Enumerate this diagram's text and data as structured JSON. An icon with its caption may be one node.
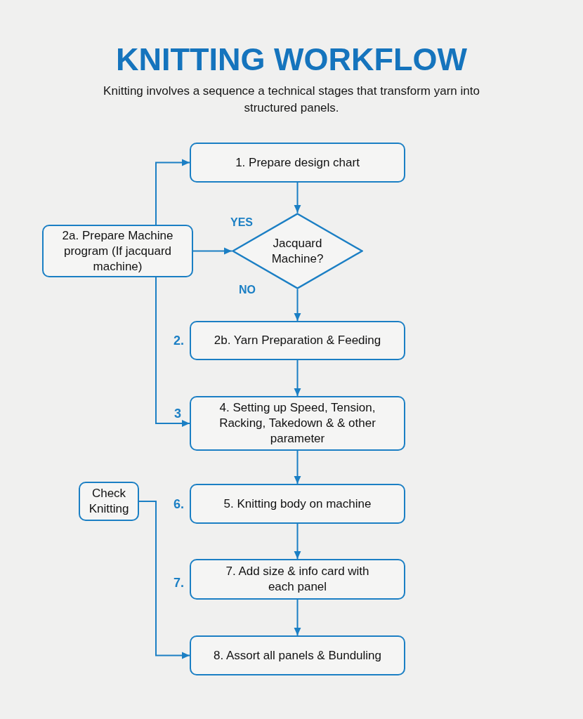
{
  "diagram": {
    "title": "KNITTING WORKFLOW",
    "nodes": [
      {
        "text": [
          "1. Prepare design chart"
        ]
      },
      {
        "text": [
          "2a. Prepare Machine program (If jacquard machine)"
        ]
      },
      {
        "text": [
          "Jacquard Machine?"
        ]
      },
      {
        "text": [
          "2b. Yarn Preparation & Feeding"
        ],
        "beside": [
          "2."
        ]
      },
      {
        "text": [
          "4. Setting up Speed, Tension, Racking, Takedown & & other parameter"
        ],
        "beside": [
          "3"
        ]
      },
      {
        "text": [
          "Check Knitting"
        ]
      },
      {
        "text": [
          "5. Knitting body on machine"
        ],
        "beside": [
          "6."
        ]
      },
      {
        "text": [
          "7. Add size & info card with each panel"
        ],
        "beside": [
          "7."
        ]
      },
      {
        "text": [
          "8. Assort all panels & Bunduling"
        ]
      }
    ],
    "edges": [
      {
        "from": 0,
        "to": 2,
        "arrow": "to"
      },
      {
        "from": 1,
        "to": 0,
        "arrow": "to"
      },
      {
        "from": 1,
        "to": 2,
        "arrow": "to",
        "label": "YES"
      },
      {
        "from": 2,
        "to": 3,
        "arrow": "to",
        "label": "NO"
      },
      {
        "from": 1,
        "to": 4,
        "arrow": "to"
      },
      {
        "from": 3,
        "to": 4,
        "arrow": "to"
      },
      {
        "from": 4,
        "to": 6,
        "arrow": "to"
      },
      {
        "from": 6,
        "to": 7,
        "arrow": "to"
      },
      {
        "from": 7,
        "to": 8,
        "arrow": "to"
      },
      {
        "from": 5,
        "to": 8,
        "arrow": "to"
      }
    ],
    "labels": [
      "Knitting involves a sequence a technical stages that transform yarn into structured panels."
    ]
  }
}
